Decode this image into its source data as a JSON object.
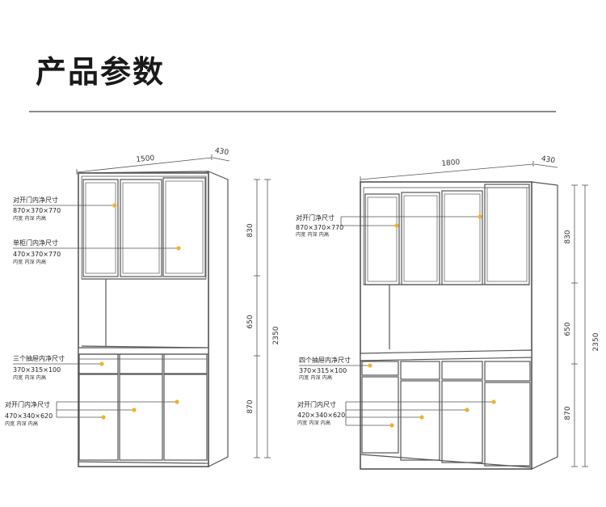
{
  "page": {
    "title": "产品参数"
  },
  "cabinet_left": {
    "width": "1500",
    "depth": "430",
    "heights": {
      "upper": "830",
      "middle": "650",
      "lower": "870",
      "total": "2350"
    },
    "labels": [
      {
        "title": "对开门内净尺寸",
        "dims": "870×370×770",
        "sub": "内宽    内深    内高"
      },
      {
        "title": "单柜门内净尺寸",
        "dims": "470×370×770",
        "sub": "内宽    内深    内高"
      },
      {
        "title": "三个抽屉内净尺寸",
        "dims": "370×315×100",
        "sub": "内宽    内深    内高"
      },
      {
        "title": "对开门内净尺寸",
        "dims": "470×340×620",
        "sub": "内宽    内深    内高"
      }
    ]
  },
  "cabinet_right": {
    "width": "1800",
    "depth": "430",
    "heights": {
      "upper": "830",
      "middle": "650",
      "lower": "870",
      "total": "2350"
    },
    "labels": [
      {
        "title": "对开门净尺寸",
        "dims": "870×370×770",
        "sub": "内宽    内深    内高"
      },
      {
        "title": "四个抽屉内净尺寸",
        "dims": "370×315×100",
        "sub": "内宽    内深    内高"
      },
      {
        "title": "对开门内尺寸",
        "dims": "420×340×620",
        "sub": "内宽    内深    内高"
      }
    ]
  },
  "colors": {
    "line": "#555555",
    "dot": "#f0b429",
    "rule": "#8a8a8a"
  }
}
